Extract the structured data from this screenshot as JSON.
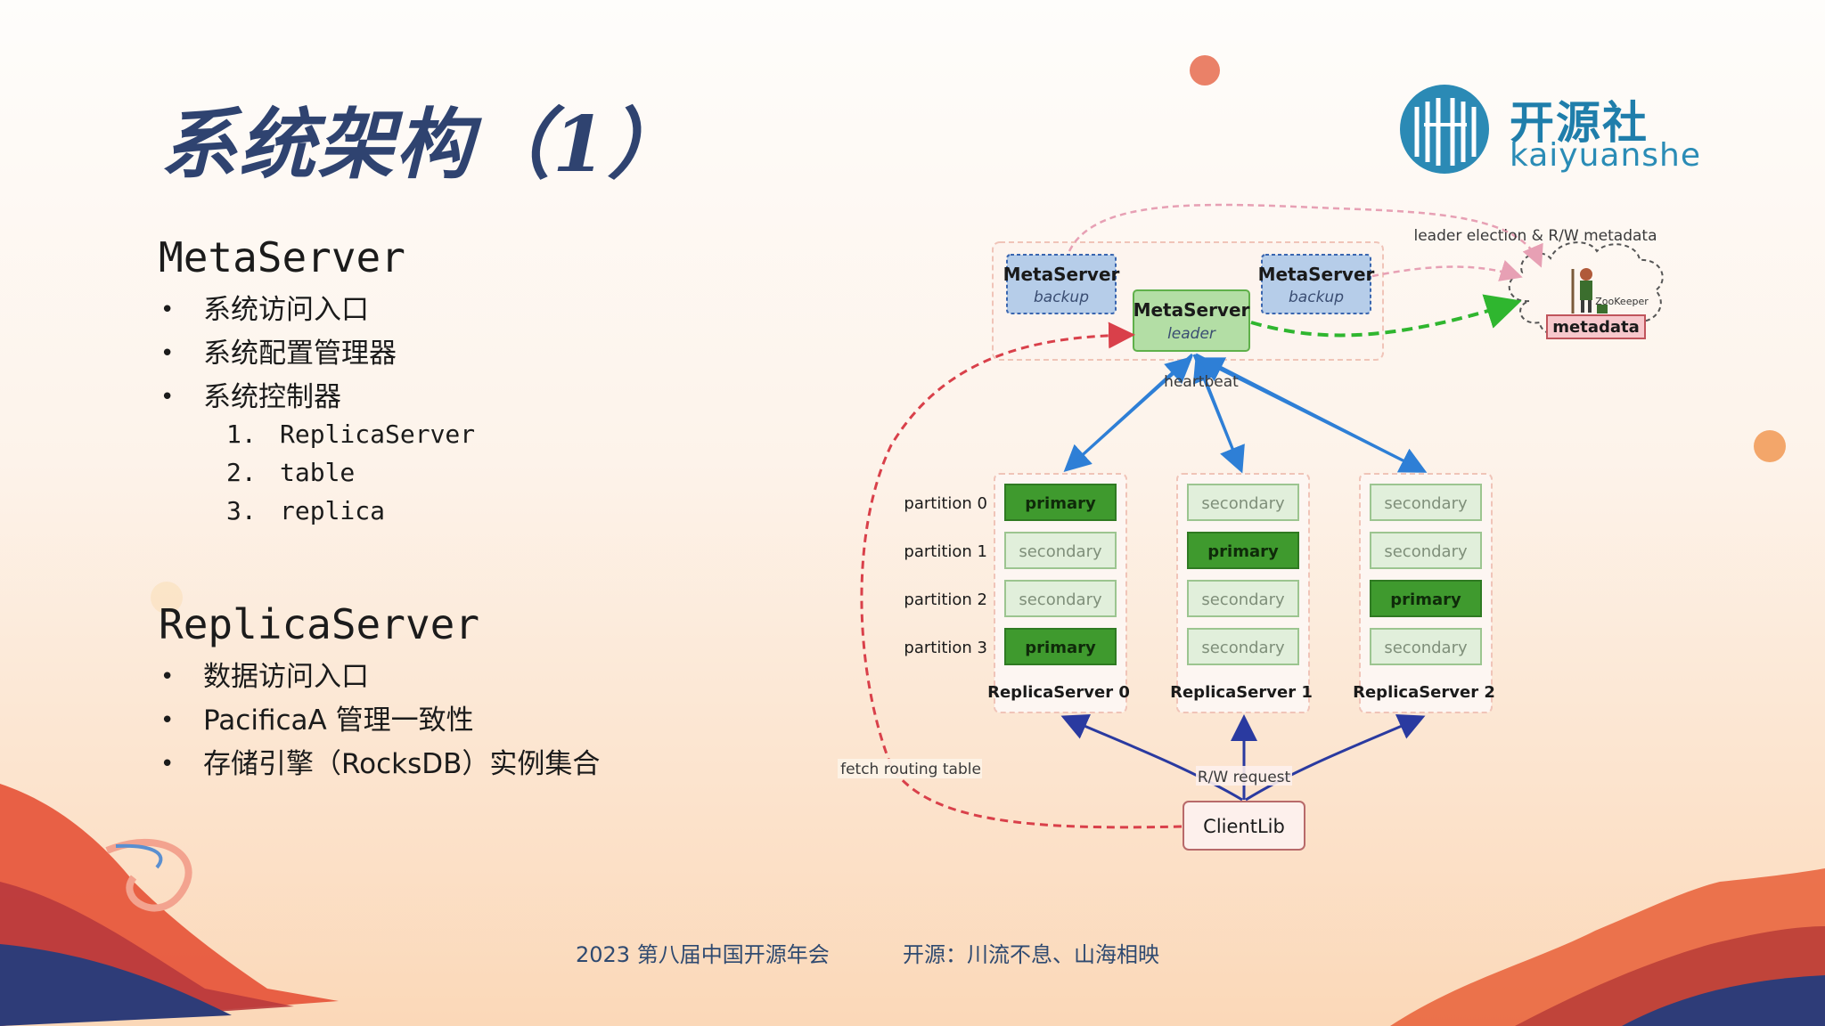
{
  "slide": {
    "title": "系统架构（1）",
    "logo": {
      "cn": "开源社",
      "en": "kaiyuanshe"
    },
    "meta_section": {
      "heading": "MetaServer",
      "bullets": [
        "系统访问入口",
        "系统配置管理器",
        "系统控制器"
      ],
      "sub_items": [
        {
          "num": "1.",
          "text": "ReplicaServer"
        },
        {
          "num": "2.",
          "text": "table"
        },
        {
          "num": "3.",
          "text": "replica"
        }
      ]
    },
    "replica_section": {
      "heading": "ReplicaServer",
      "bullets": [
        "数据访问入口",
        "PacificaA 管理一致性",
        "存储引擎（RocksDB）实例集合"
      ]
    },
    "footer": {
      "left": "2023 第八届中国开源年会",
      "right": "开源：川流不息、山海相映"
    }
  },
  "diagram": {
    "meta_backup_1": {
      "name": "MetaServer",
      "role": "backup"
    },
    "meta_backup_2": {
      "name": "MetaServer",
      "role": "backup"
    },
    "meta_leader": {
      "name": "MetaServer",
      "role": "leader"
    },
    "zookeeper_label": "ZooKeeper",
    "metadata_label": "metadata",
    "leader_election_label": "leader election & R/W metadata",
    "heartbeat_label": "heartbeat",
    "fetch_label": "fetch routing table",
    "rw_request_label": "R/W request",
    "clientlib_label": "ClientLib",
    "partitions": [
      "partition 0",
      "partition 1",
      "partition 2",
      "partition 3"
    ],
    "replica_servers": [
      {
        "name": "ReplicaServer 0",
        "roles": [
          "primary",
          "secondary",
          "secondary",
          "primary"
        ]
      },
      {
        "name": "ReplicaServer 1",
        "roles": [
          "secondary",
          "primary",
          "secondary",
          "secondary"
        ]
      },
      {
        "name": "ReplicaServer 2",
        "roles": [
          "secondary",
          "secondary",
          "primary",
          "secondary"
        ]
      }
    ]
  },
  "colors": {
    "title": "#2f4370",
    "primary_fill": "#3f9a2e",
    "secondary_fill": "#e1efdb",
    "meta_backup_fill": "#b6cde9",
    "meta_leader_fill": "#b3dea5",
    "blue_arrow": "#2e7fd6",
    "navy_arrow": "#2a3aa0",
    "red_dashed": "#d9404a",
    "green_dashed": "#2fb62f",
    "pink_dashed": "#e7a0b4"
  }
}
